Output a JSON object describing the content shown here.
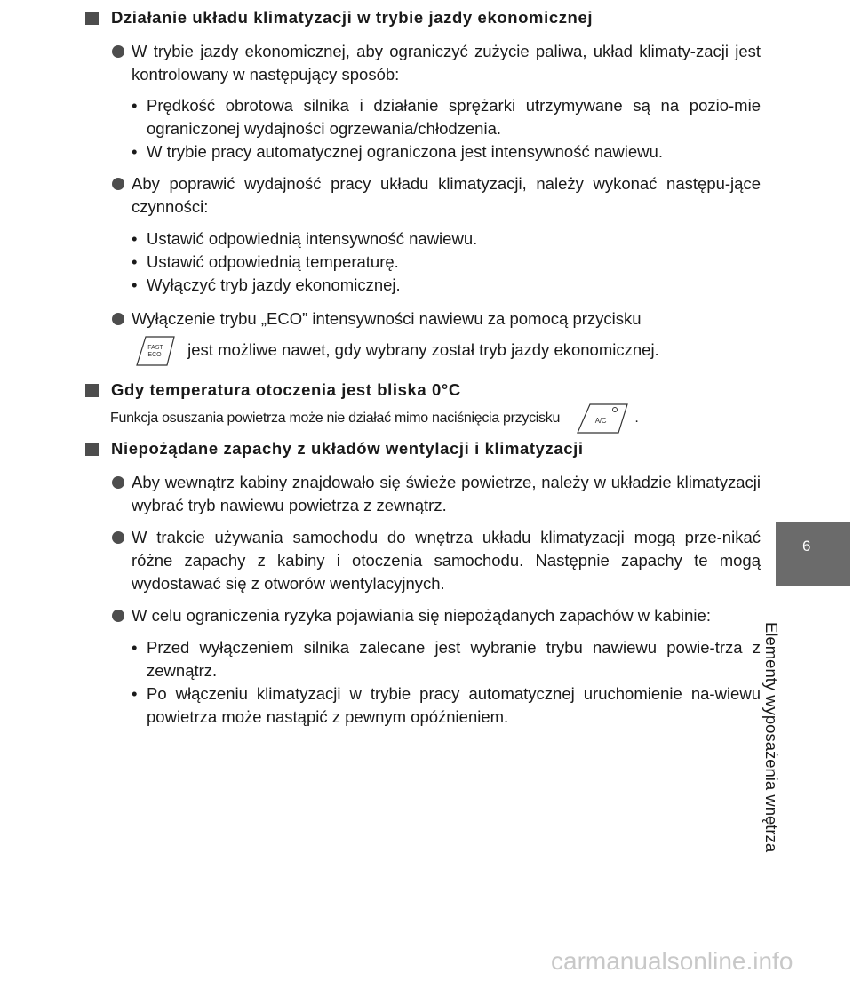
{
  "sections": [
    {
      "heading": "Działanie układu klimatyzacji w trybie jazdy ekonomicznej",
      "bullets": [
        {
          "text": "W trybie jazdy ekonomicznej, aby ograniczyć zużycie paliwa, układ klimaty-zacji jest kontrolowany w następujący sposób:",
          "subs": [
            "Prędkość obrotowa silnika i działanie sprężarki utrzymywane są na pozio-mie ograniczonej wydajności ogrzewania/chłodzenia.",
            "W trybie pracy automatycznej ograniczona jest intensywność nawiewu."
          ]
        },
        {
          "text": "Aby poprawić wydajność pracy układu klimatyzacji, należy wykonać następu-jące czynności:",
          "subs": [
            "Ustawić odpowiednią intensywność nawiewu.",
            "Ustawić odpowiednią temperaturę.",
            "Wyłączyć tryb jazdy ekonomicznej."
          ]
        },
        {
          "text": "Wyłączenie trybu „ECO” intensywności nawiewu za pomocą przycisku",
          "text_after": "jest możliwe nawet, gdy wybrany został tryb jazdy ekonomicznej.",
          "button_top": "FAST",
          "button_bottom": "ECO"
        }
      ]
    },
    {
      "heading": "Gdy temperatura otoczenia jest bliska 0°C",
      "note": "Funkcja osuszania powietrza może nie działać mimo naciśnięcia przycisku",
      "note_end": ".",
      "button_label": "A/C"
    },
    {
      "heading": "Niepożądane zapachy z układów wentylacji i klimatyzacji",
      "bullets": [
        {
          "text": "Aby wewnątrz kabiny znajdowało się świeże powietrze, należy w układzie klimatyzacji wybrać tryb nawiewu powietrza z zewnątrz."
        },
        {
          "text": "W trakcie używania samochodu do wnętrza układu klimatyzacji mogą prze-nikać różne zapachy z kabiny i otoczenia samochodu. Następnie zapachy te mogą wydostawać się z otworów wentylacyjnych."
        },
        {
          "text": "W celu ograniczenia ryzyka pojawiania się niepożądanych zapachów w kabinie:",
          "subs": [
            "Przed wyłączeniem silnika zalecane jest wybranie trybu nawiewu powie-trza z zewnątrz.",
            "Po włączeniu klimatyzacji w trybie pracy automatycznej uruchomienie na-wiewu powietrza może nastąpić z pewnym opóźnieniem."
          ]
        }
      ]
    }
  ],
  "sidebar": {
    "chapter_number": "6",
    "chapter_title": "Elementy wyposażenia wnętrza"
  },
  "watermark": "carmanualsonline.info"
}
